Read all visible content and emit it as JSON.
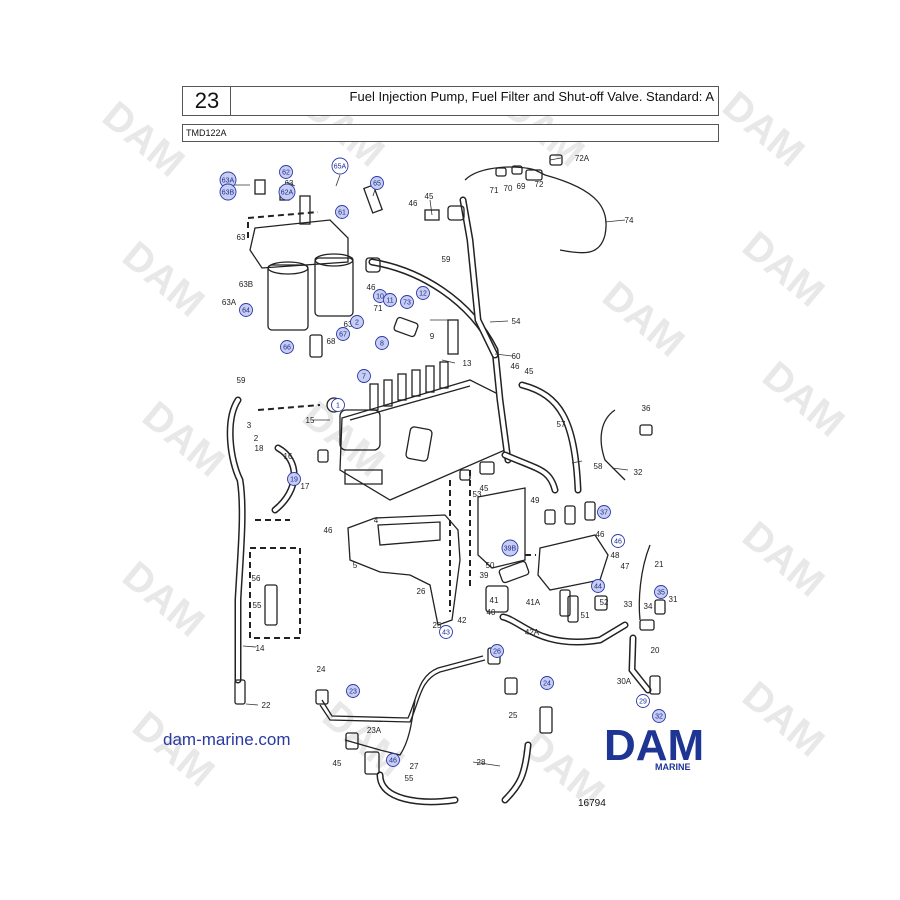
{
  "header": {
    "page_number": "23",
    "title": "Fuel Injection Pump, Fuel Filter and Shut-off Valve. Standard: A",
    "model": "TMD122A"
  },
  "brand": {
    "site": "dam-marine.com",
    "logo": "DAM",
    "logo_sub": "MARINE",
    "watermark": "DAM"
  },
  "drawing_number": "16794",
  "colors": {
    "callout_blue": "#2a3aa8",
    "callout_fill": "#c8cdf2",
    "logo_blue": "#1f3594"
  },
  "callouts": [
    "63A",
    "63B",
    "62",
    "63",
    "62A",
    "65A",
    "65",
    "61",
    "45",
    "46",
    "72A",
    "71",
    "70",
    "69",
    "72",
    "74",
    "63",
    "63B",
    "63A",
    "64",
    "59",
    "46",
    "10",
    "11",
    "73",
    "12",
    "54",
    "71",
    "63",
    "68",
    "67",
    "2",
    "9",
    "66",
    "8",
    "13",
    "60",
    "7",
    "46",
    "45",
    "59",
    "1",
    "15",
    "3",
    "2",
    "18",
    "16",
    "17",
    "19",
    "14",
    "56",
    "55",
    "22",
    "36",
    "57",
    "58",
    "32",
    "53",
    "49",
    "45",
    "50",
    "46",
    "37",
    "46",
    "48",
    "47",
    "39B",
    "39",
    "41",
    "42",
    "41A",
    "40",
    "43",
    "42A",
    "51",
    "52",
    "44",
    "33",
    "34",
    "35",
    "31",
    "30A",
    "29",
    "32",
    "20",
    "21",
    "4",
    "5",
    "26",
    "25",
    "24",
    "23",
    "23A",
    "27",
    "28",
    "25",
    "26",
    "24",
    "46",
    "45",
    "55",
    "46"
  ]
}
